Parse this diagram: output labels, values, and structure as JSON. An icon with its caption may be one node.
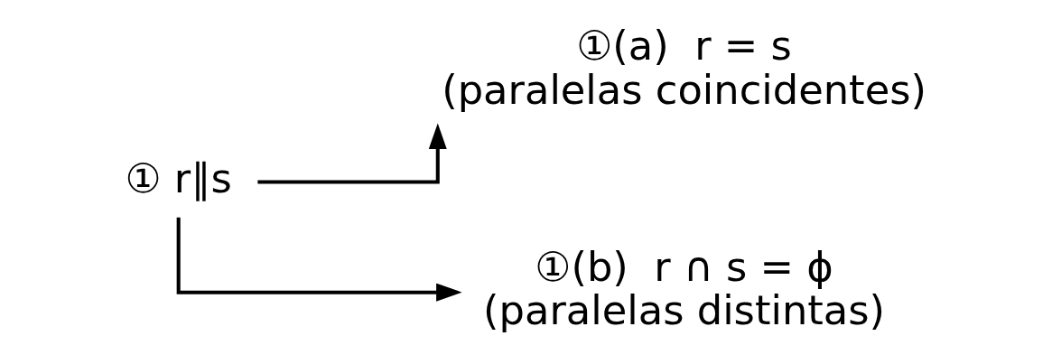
{
  "diagram": {
    "nodes": [
      {
        "text": [
          "① r∥s"
        ]
      },
      {
        "text": [
          "①(a)  r = s",
          "(paralelas coincidentes)"
        ]
      },
      {
        "text": [
          "①(b)  r ∩ s = ϕ",
          "(paralelas distintas)"
        ]
      }
    ],
    "edges": [
      {
        "from": 0,
        "to": 1,
        "arrow": "to"
      },
      {
        "from": 0,
        "to": 2,
        "arrow": "to"
      }
    ]
  }
}
